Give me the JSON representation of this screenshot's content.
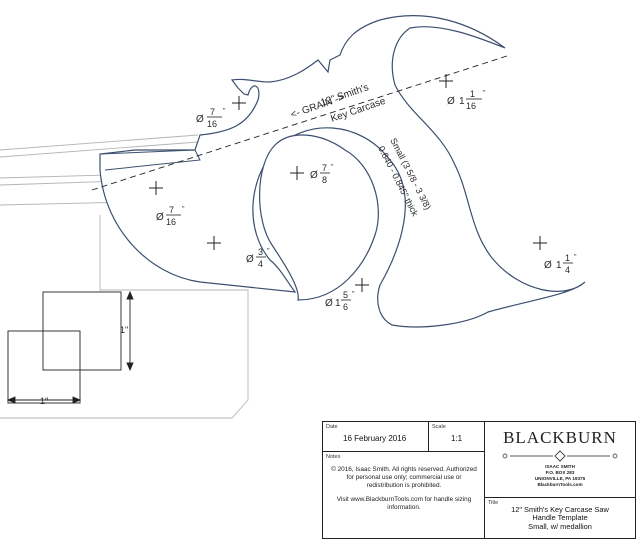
{
  "drawing": {
    "grain_label": "<- GRAIN ->",
    "model_line1": "12\" Smith's",
    "model_line2": "Key Carcase",
    "size_line1": "Small (3 5/8 - 3 3/8)",
    "size_line2": "0.840 - 0.845\" thick",
    "dims": {
      "hole_upper_left": {
        "sym": "Ø",
        "num": "7",
        "den": "16",
        "unit": "\""
      },
      "hole_inner_left": {
        "sym": "Ø",
        "num": "7",
        "den": "16",
        "unit": "\""
      },
      "hole_horn": {
        "sym": "Ø",
        "num": "7",
        "den": "8",
        "unit": "\""
      },
      "hole_lower": {
        "sym": "Ø",
        "num": "3",
        "den": "4",
        "unit": "\""
      },
      "hole_bottom": {
        "sym": "Ø",
        "whole": "1",
        "num": "5",
        "den": "6",
        "unit": "\""
      },
      "hole_upper_right": {
        "sym": "Ø",
        "whole": "1",
        "num": "1",
        "den": "16",
        "unit": "\""
      },
      "hole_right": {
        "sym": "Ø",
        "whole": "1",
        "num": "1",
        "den": "4",
        "unit": "\""
      }
    },
    "scale_vertical": "1\"",
    "scale_horizontal": "1\""
  },
  "title_block": {
    "date_caption": "Date",
    "date_value": "16 February 2016",
    "scale_caption": "Scale",
    "scale_value": "1:1",
    "notes_caption": "Notes",
    "notes_copyright": "© 2016, Isaac Smith.  All rights reserved. Authorized for personal use only; commercial use or redistribution is prohibited.",
    "notes_visit": "Visit www.BlackburnTools.com for handle sizing information.",
    "brand": "BLACKBURN",
    "address_name": "ISAAC SMITH",
    "address_box": "P.O. BOX 283",
    "address_city": "UNIONVILLE, PA 19375",
    "address_web": "BlackburnTools.com",
    "title_caption": "Title",
    "title_line1": "12\" Smith's Key Carcase Saw",
    "title_line2": "Handle Template",
    "title_line3": "Small, w/ medallion"
  }
}
